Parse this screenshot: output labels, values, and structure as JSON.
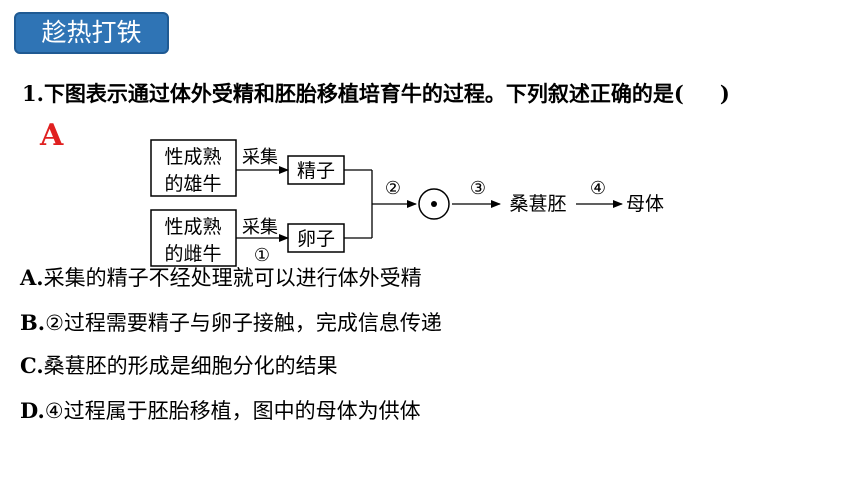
{
  "tag": "趁热打铁",
  "answer": "A",
  "question": {
    "number": "1.",
    "text": "下图表示通过体外受精和胚胎移植培育牛的过程。下列叙述正确的是(",
    "close": ")"
  },
  "diagram": {
    "male_box_line1": "性成熟",
    "male_box_line2": "的雄牛",
    "female_box_line1": "性成熟",
    "female_box_line2": "的雌牛",
    "collect_top": "采集",
    "collect_bottom": "采集",
    "step1": "①",
    "sperm": "精子",
    "egg": "卵子",
    "step2": "②",
    "step3": "③",
    "morula": "桑葚胚",
    "step4": "④",
    "mother": "母体"
  },
  "options": [
    {
      "label": "A.",
      "text": "采集的精子不经处理就可以进行体外受精"
    },
    {
      "label": "B.",
      "text": "②过程需要精子与卵子接触，完成信息传递"
    },
    {
      "label": "C.",
      "text": "桑葚胚的形成是细胞分化的结果"
    },
    {
      "label": "D.",
      "text": "④过程属于胚胎移植，图中的母体为供体"
    }
  ]
}
